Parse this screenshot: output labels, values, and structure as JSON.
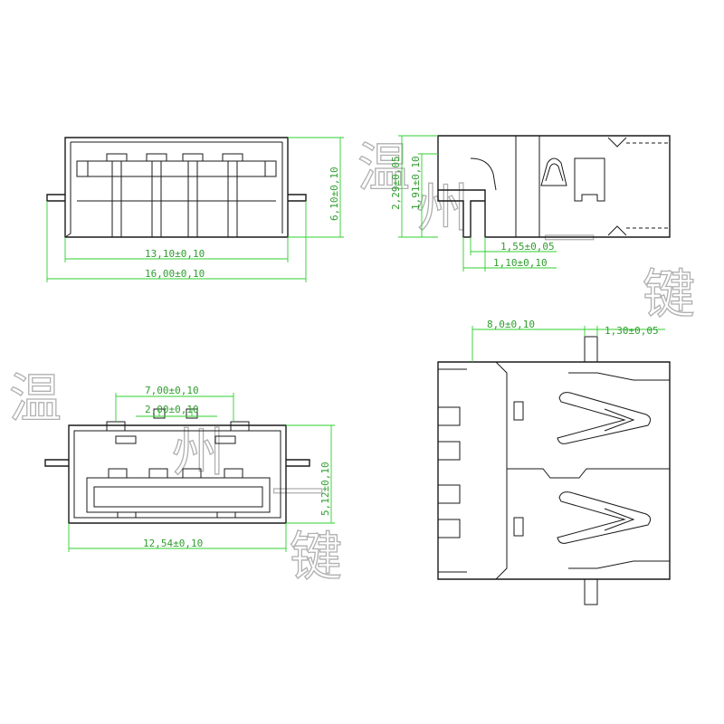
{
  "dimensions": {
    "front_top": {
      "inner_width": "13,10±0,10",
      "outer_width": "16,00±0,10",
      "height": "6,10±0,10"
    },
    "side": {
      "height_a": "2,29±0,05",
      "height_b": "1,91±0,10",
      "offset_a": "1,55±0,05",
      "offset_b": "1,10±0,10"
    },
    "front_bottom": {
      "pitch_outer": "7,00±0,10",
      "pitch_inner": "2,00±0,10",
      "height": "5,12±0,10",
      "width": "12,54±0,10"
    },
    "top_view": {
      "length": "8,0±0,10",
      "tab": "1,30±0,05"
    }
  },
  "watermark": {
    "chars": [
      "温",
      "州",
      "一",
      "键"
    ]
  },
  "colors": {
    "outline": "#1a1a1a",
    "dimension": "#2fcf2f",
    "watermark": "#b0b0b0"
  }
}
